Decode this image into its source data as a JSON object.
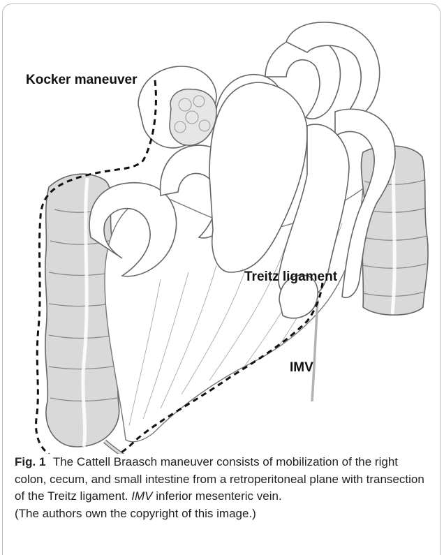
{
  "figure": {
    "labels": {
      "kocker": "Kocker maneuver",
      "treitz": "Treitz ligament",
      "imv": "IMV"
    },
    "caption": {
      "fig_label": "Fig. 1",
      "text_part1": "The Cattell Braasch maneuver consists of mobilization of the right colon, cecum, and small intestine from a retroperitoneal plane with transection of the Treitz ligament.",
      "abbr": "IMV",
      "text_part2": "inferior mesenteric vein.",
      "copyright_note": "(The authors own the  copyright of this image.)"
    }
  },
  "colors": {
    "bowel_fill": "#ffffff",
    "colon_fill": "#d9d9d9",
    "outline": "#666666",
    "dashed": "#111111",
    "vein": "#b3b3b3"
  }
}
